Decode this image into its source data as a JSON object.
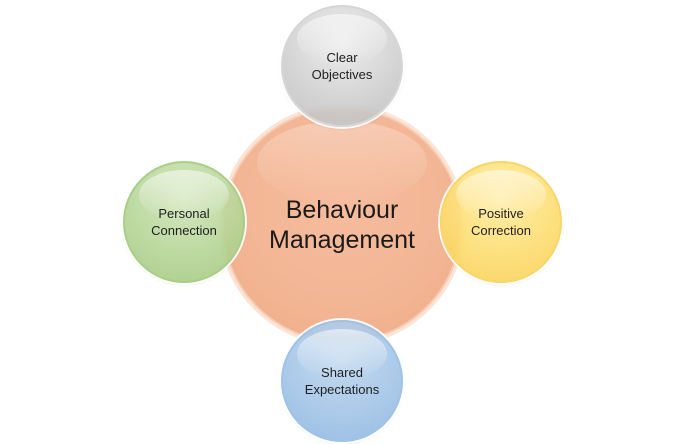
{
  "diagram": {
    "center": {
      "label": "Behaviour\nManagement",
      "color": "#f3b695"
    },
    "top": {
      "label": "Clear\nObjectives",
      "color": "#cfcfcf"
    },
    "left": {
      "label": "Personal\nConnection",
      "color": "#b4d494"
    },
    "right": {
      "label": "Positive\nCorrection",
      "color": "#fcdc6e"
    },
    "bottom": {
      "label": "Shared\nExpectations",
      "color": "#a0c3e6"
    }
  }
}
